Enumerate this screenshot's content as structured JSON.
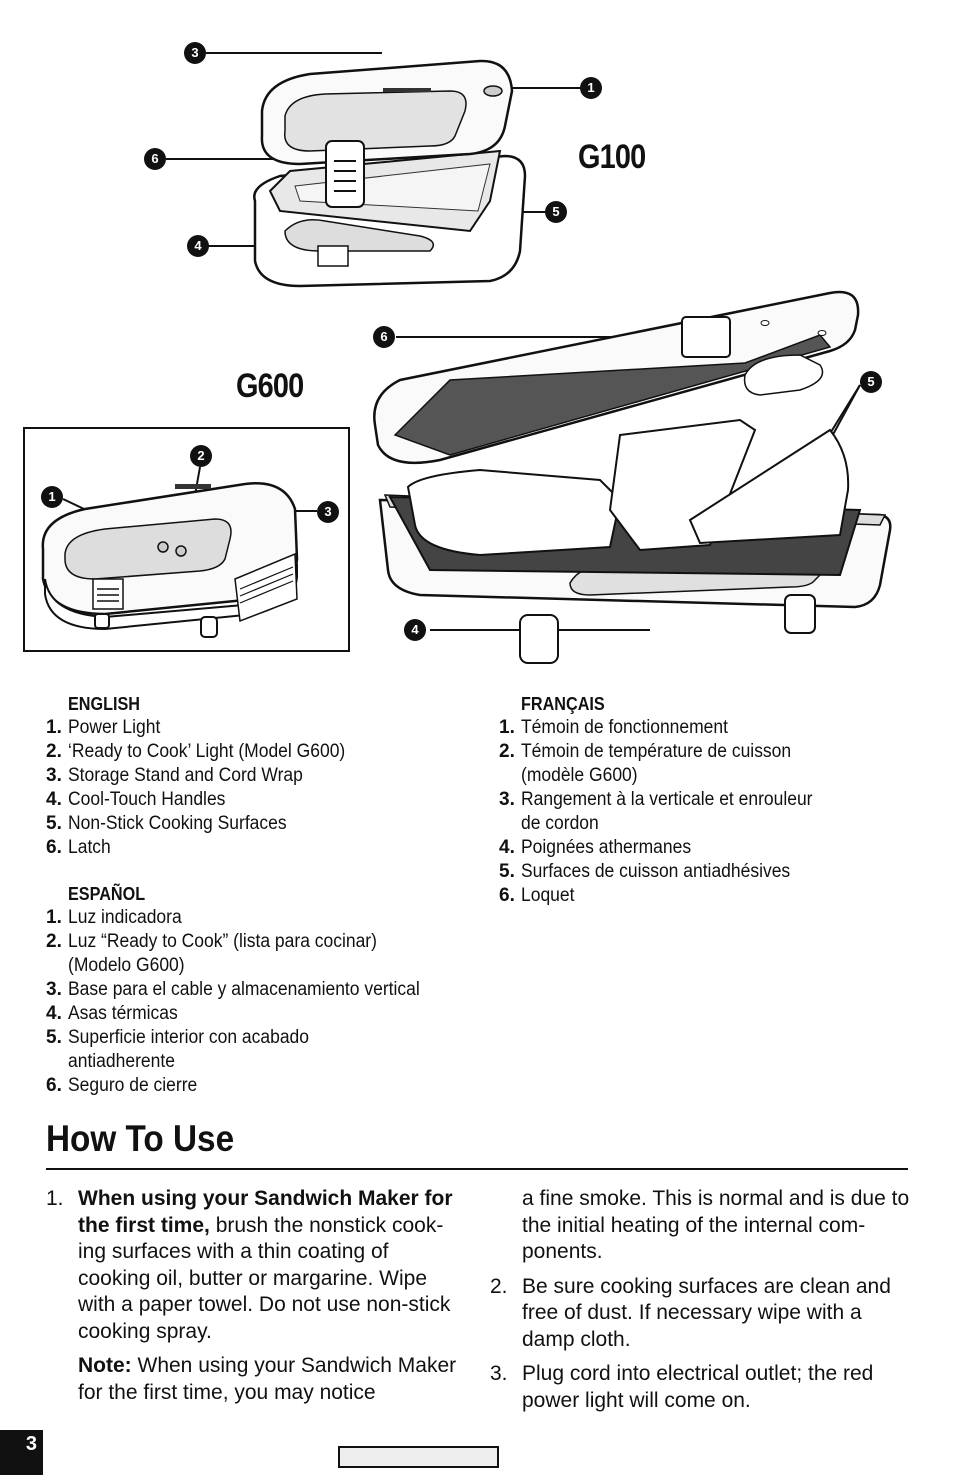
{
  "models": {
    "g100": "G100",
    "g600": "G600"
  },
  "callouts": {
    "g100": [
      "3",
      "1",
      "6",
      "5",
      "4"
    ],
    "g600_main": [
      "6",
      "5",
      "4"
    ],
    "g600_inset": [
      "2",
      "1",
      "3"
    ]
  },
  "english": {
    "heading": "ENGLISH",
    "items": [
      {
        "num": "1.",
        "text": "Power Light"
      },
      {
        "num": "2.",
        "text": "‘Ready to Cook’ Light (Model G600)"
      },
      {
        "num": "3.",
        "text": "Storage Stand and Cord Wrap"
      },
      {
        "num": "4.",
        "text": "Cool-Touch Handles"
      },
      {
        "num": "5.",
        "text": "Non-Stick Cooking Surfaces"
      },
      {
        "num": "6.",
        "text": "Latch"
      }
    ]
  },
  "espanol": {
    "heading": "ESPAÑOL",
    "items": [
      {
        "num": "1.",
        "text": "Luz indicadora"
      },
      {
        "num": "2.",
        "text": "Luz “Ready to Cook” (lista para cocinar)",
        "text2": "(Modelo G600)"
      },
      {
        "num": "3.",
        "text": "Base para el cable y almacenamiento vertical"
      },
      {
        "num": "4.",
        "text": "Asas térmicas"
      },
      {
        "num": "5.",
        "text": "Superficie interior con acabado",
        "text2": "antiadherente"
      },
      {
        "num": "6.",
        "text": "Seguro de cierre"
      }
    ]
  },
  "francais": {
    "heading": "FRANÇAIS",
    "items": [
      {
        "num": "1.",
        "text": "Témoin de fonctionnement"
      },
      {
        "num": "2.",
        "text": "Témoin de température de cuisson",
        "text2": "(modèle G600)"
      },
      {
        "num": "3.",
        "text": "Rangement à la verticale et enrouleur",
        "text2": "de cordon"
      },
      {
        "num": "4.",
        "text": "Poignées athermanes"
      },
      {
        "num": "5.",
        "text": "Surfaces de cuisson antiadhésives"
      },
      {
        "num": "6.",
        "text": "Loquet"
      }
    ]
  },
  "how_to_use": {
    "title": "How To Use",
    "step1": {
      "num": "1.",
      "bold": "When using your Sandwich Maker for the first time,",
      "text": " brush the nonstick cook-ing surfaces with a thin coating of cooking oil, butter or margarine. Wipe with a paper towel. Do not use non-stick cooking spray.",
      "note_label": "Note:",
      "note_text": " When using your Sandwich Maker for the first time, you may notice",
      "note_cont": "a fine smoke.  This is normal and is due to the initial heating of the internal com-ponents."
    },
    "step2": {
      "num": "2.",
      "text": "Be sure cooking surfaces are clean and free of dust. If necessary wipe with a damp cloth."
    },
    "step3": {
      "num": "3.",
      "text": "Plug cord into electrical outlet; the red power light will come on."
    }
  },
  "page_number": "3"
}
